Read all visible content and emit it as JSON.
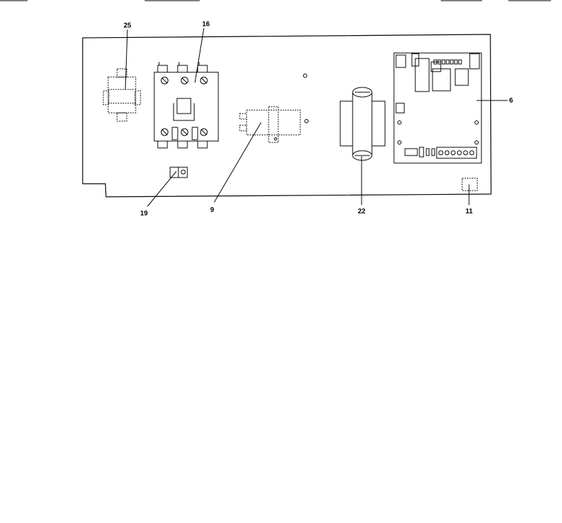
{
  "callouts": {
    "c25": "25",
    "c16": "16",
    "c6": "6",
    "c19": "19",
    "c9": "9",
    "c22": "22",
    "c11": "11"
  }
}
